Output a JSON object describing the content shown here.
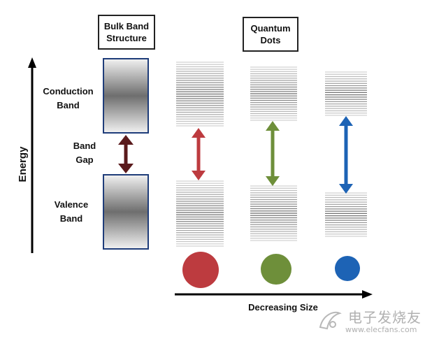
{
  "labels": {
    "bulk_band_structure": [
      "Bulk Band",
      "Structure"
    ],
    "quantum_dots": [
      "Quantum",
      "Dots"
    ],
    "conduction_band": [
      "Conduction",
      "Band"
    ],
    "band_gap": [
      "Band",
      "Gap"
    ],
    "valence_band": [
      "Valence",
      "Band"
    ],
    "energy": "Energy",
    "decreasing_size": "Decreasing Size"
  },
  "watermark": {
    "cn": "电子发烧友",
    "url": "www.elecfans.com"
  },
  "colors": {
    "bulk_arrow": "#5a1a1c",
    "dot_red": "#bd3b3f",
    "dot_green": "#6e8f3a",
    "dot_blue": "#1d63b5",
    "bulk_border": "#1f3d7a",
    "level_lines": "#aaaaaa"
  },
  "quantum_dots": [
    {
      "name": "large",
      "color": "#bd3b3f"
    },
    {
      "name": "medium",
      "color": "#6e8f3a"
    },
    {
      "name": "small",
      "color": "#1d63b5"
    }
  ]
}
